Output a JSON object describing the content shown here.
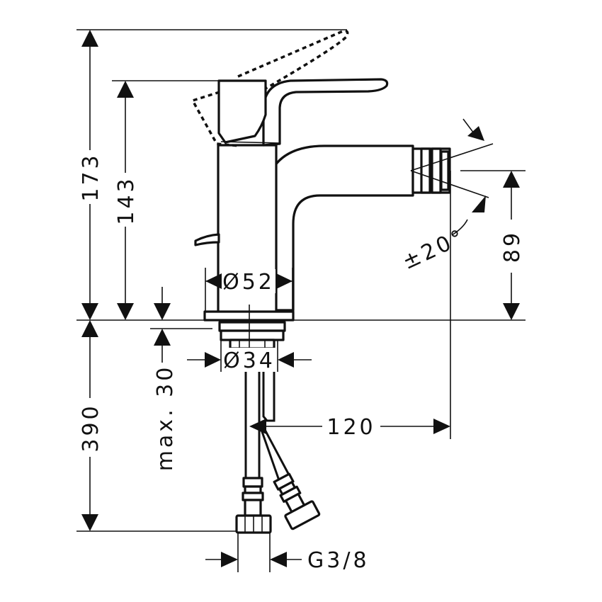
{
  "dimensions": {
    "total_height": "173",
    "lever_height": "143",
    "spout_height": "89",
    "base_diameter": "Ø52",
    "shank_diameter": "Ø34",
    "hose_length": "390",
    "max_thickness": "max. 30",
    "projection": "120",
    "swivel_angle": "±20°",
    "connection_thread": "G3/8"
  }
}
